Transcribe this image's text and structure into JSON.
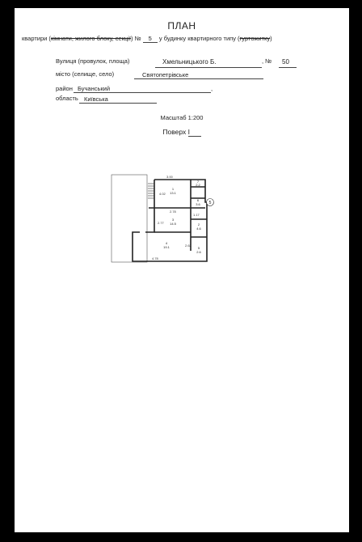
{
  "header": {
    "title": "ПЛАН",
    "line1_prefix": "квартири (",
    "line1_strike": "кімнати, жилого блоку, секції",
    "line1_no": ") №",
    "apartment_no": "5",
    "line1_mid": "у будинку квартирного типу",
    "line1_strike2": "гуртожитку",
    "line1_end": ")"
  },
  "address": {
    "street_label": "Вулиця (провулок, площа)",
    "street_value": "Хмельницького Б.",
    "number_sign": ",  №",
    "number_value": "50",
    "city_label": "місто (селище, село)",
    "city_value": "Святопетрівське",
    "district_label": "район",
    "district_value": "Бучанський",
    "district_end": ",",
    "region_label": "область",
    "region_value": "Київська"
  },
  "scale": "Масштаб 1:200",
  "floor_label": "Поверх",
  "floor_value": "I",
  "plan": {
    "dims": [
      "3.00",
      "4.02",
      "2.78",
      "2.77",
      "1.17",
      "2.62",
      "4.78"
    ],
    "marker": "5",
    "rooms": [
      {
        "num": "1",
        "area": "13.1"
      },
      {
        "num": "2",
        "area": "4.6"
      },
      {
        "num": "3",
        "area": "14.5"
      },
      {
        "num": "4",
        "area": "19.1"
      },
      {
        "num": "5",
        "area": "2.6"
      },
      {
        "num": "6",
        "area": "3.6"
      },
      {
        "num": "7",
        "area": "2.2"
      }
    ]
  }
}
